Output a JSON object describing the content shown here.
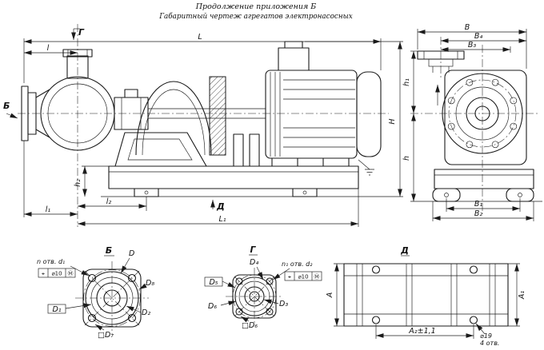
{
  "header": {
    "title": "Продолжение приложения Б",
    "subtitle": "Габаритный чертеж агрегатов электронасосных"
  },
  "side_view": {
    "view_arrow_g": "Г",
    "view_arrow_b": "Б",
    "view_arrow_d": "Д",
    "dim_l": "l",
    "dim_L": "L",
    "dim_H": "H",
    "dim_h2": "h₂",
    "dim_l1": "l₁",
    "dim_l2": "l₂",
    "dim_L1": "L₁"
  },
  "end_view": {
    "dim_B": "В",
    "dim_B4": "В₄",
    "dim_B3": "В₃",
    "dim_h1": "h₁",
    "dim_h": "h",
    "dim_B1": "В₁",
    "dim_B2": "В₂"
  },
  "view_b": {
    "title": "Б",
    "holes_note": "n отв. d₁",
    "fcf": {
      "symbol": "⌖",
      "value": "⌀10",
      "modifier": "Ⓜ"
    },
    "dim_D": "D",
    "dim_D8": "D₈",
    "datum_D1": "D₁",
    "dim_D2": "D₂",
    "dim_D7": "□D₇"
  },
  "view_g": {
    "title": "Г",
    "holes_note": "n₁ отв. d₂",
    "fcf": {
      "symbol": "⌖",
      "value": "⌀10",
      "modifier": "Ⓜ"
    },
    "dim_D4": "D₄",
    "datum_D5": "D₅",
    "dim_D6": "D₆",
    "dim_D3": "D₃",
    "dim_D6_square": "□D₆"
  },
  "view_d": {
    "title": "Д",
    "dim_A": "А",
    "dim_A1": "А₁",
    "dim_A2": "А₂±1,1",
    "holes_dia": "⌀19",
    "holes_count": "4 отв."
  }
}
